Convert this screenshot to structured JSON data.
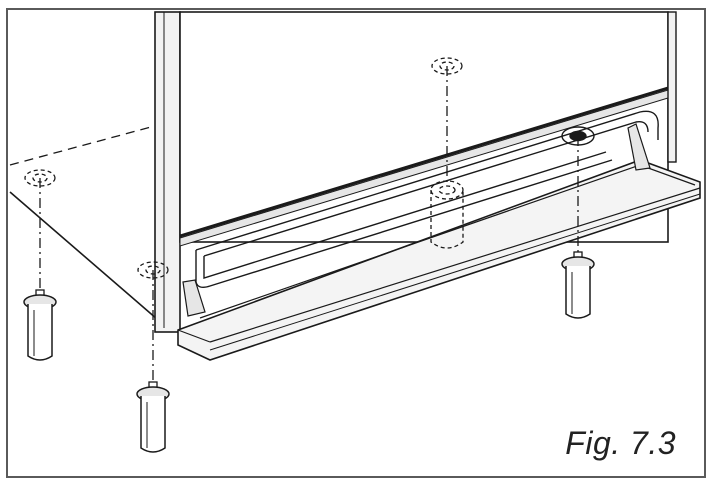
{
  "figure": {
    "caption": "Fig. 7.3"
  },
  "colors": {
    "line": "#1a1a1a",
    "frame": "#5a5a5a",
    "shade": "#e6e6e6",
    "panel": "#f4f4f4"
  },
  "icons": [
    "cabinet-body",
    "kick-plate",
    "levelling-foot",
    "mounting-hole",
    "dashed-guide-line"
  ]
}
